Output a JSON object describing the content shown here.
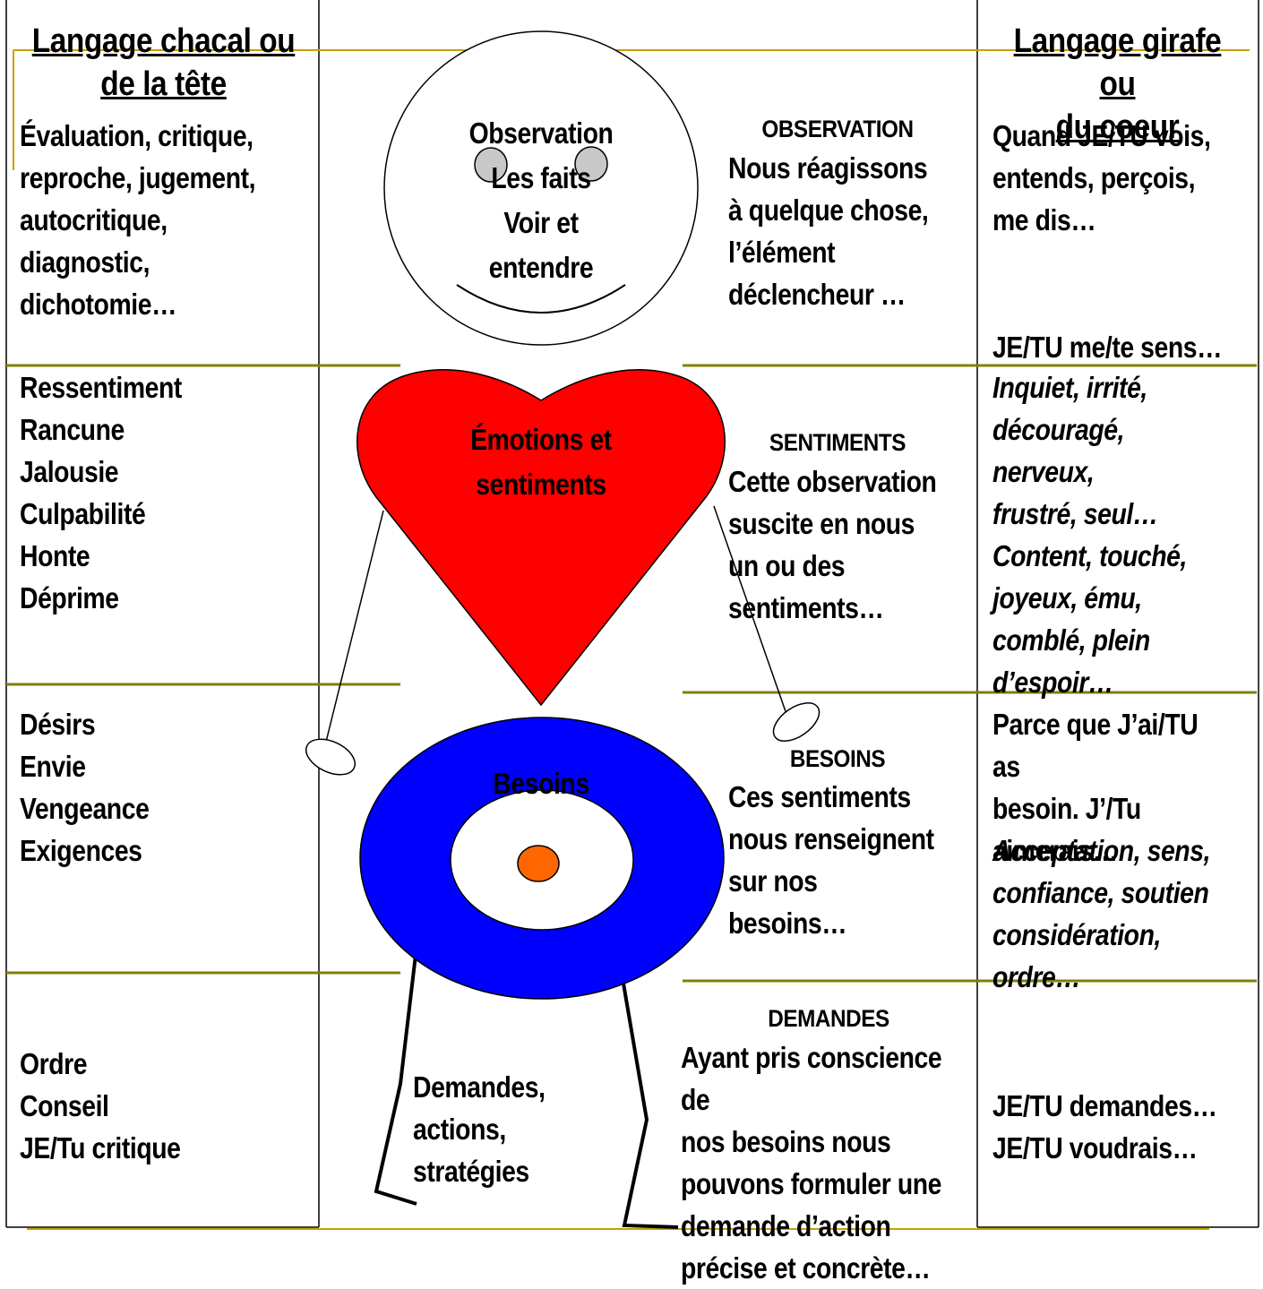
{
  "left_column": {
    "heading": "Langage chacal ou\nde la tête",
    "observation": "Évaluation, critique,\nreproche, jugement,\nautocritique,\ndiagnostic,\ndichotomie…",
    "sentiments": "Ressentiment\nRancune\nJalousie\nCulpabilité\nHonte\nDéprime",
    "besoins": "Désirs\nEnvie\nVengeance\nExigences",
    "demandes": "Ordre\nConseil\nJE/Tu critique"
  },
  "figure": {
    "head_label": "Observation\nLes faits\nVoir et\nentendre",
    "heart_label": "Émotions et\nsentiments",
    "target_label": "Besoins",
    "legs_label": "Demandes,\nactions,\nstratégies"
  },
  "middle_column": {
    "observation_title": "OBSERVATION",
    "observation_text": "Nous réagissons\nà quelque chose,\nl’élément\ndéclencheur …",
    "sentiments_title": "SENTIMENTS",
    "sentiments_text": "Cette observation\nsuscite en nous\nun ou des\nsentiments…",
    "besoins_title": "BESOINS",
    "besoins_text": "Ces sentiments\nnous renseignent\nsur nos\nbesoins…",
    "demandes_title": "DEMANDES",
    "demandes_text": "Ayant pris conscience\nde\nnos besoins nous\npouvons formuler une\ndemande d’action\nprécise et concrète…"
  },
  "right_column": {
    "heading": "Langage girafe ou\ndu coeur",
    "observation": "Quand JE/TU vois,\nentends, perçois,\nme dis…",
    "sentiments_intro": "JE/TU me/te sens…",
    "sentiments_examples": "Inquiet, irrité,\ndécouragé, nerveux,\nfrustré, seul…\nContent, touché,\njoyeux, ému,\ncomblé, plein\nd’espoir…",
    "besoins_intro": "Parce que J’ai/TU as\nbesoin.  J’/Tu\naimerais…",
    "besoins_examples": "Acceptation, sens,\nconfiance, soutien\nconsidération,\nordre…",
    "demandes": "JE/TU demandes…\nJE/TU voudrais…"
  },
  "colors": {
    "heart": "#ff0000",
    "target_ring": "#0000ff",
    "target_center": "#ff6600",
    "eyes": "#c8c8c8",
    "divider_lines": "#808000",
    "frame_lines": "#c8a000"
  }
}
